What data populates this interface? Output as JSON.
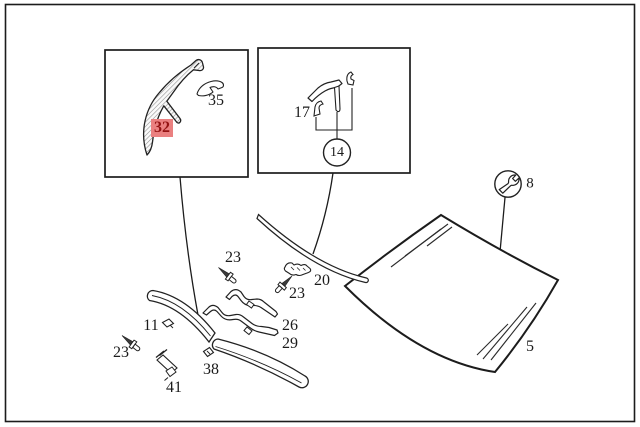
{
  "diagram": {
    "labels": [
      {
        "text": "35",
        "type": "plain"
      },
      {
        "text": "32",
        "type": "highlighted"
      },
      {
        "text": "17",
        "type": "plain"
      },
      {
        "text": "14",
        "type": "circled"
      },
      {
        "text": "8",
        "type": "tool"
      },
      {
        "text": "5",
        "type": "plain"
      },
      {
        "text": "23",
        "type": "plain"
      },
      {
        "text": "20",
        "type": "plain"
      },
      {
        "text": "23",
        "type": "plain"
      },
      {
        "text": "26",
        "type": "plain"
      },
      {
        "text": "29",
        "type": "plain"
      },
      {
        "text": "11",
        "type": "plain"
      },
      {
        "text": "23",
        "type": "plain"
      },
      {
        "text": "38",
        "type": "plain"
      },
      {
        "text": "41",
        "type": "plain"
      }
    ],
    "highlighted_part": "32",
    "icons": [
      {
        "name": "wrench-icon",
        "attached_to_label": "8"
      }
    ],
    "colors": {
      "background": "#ffffff",
      "line": "#1c1c1c",
      "highlight_bg": "#ea8080",
      "highlight_text": "#941414"
    }
  }
}
